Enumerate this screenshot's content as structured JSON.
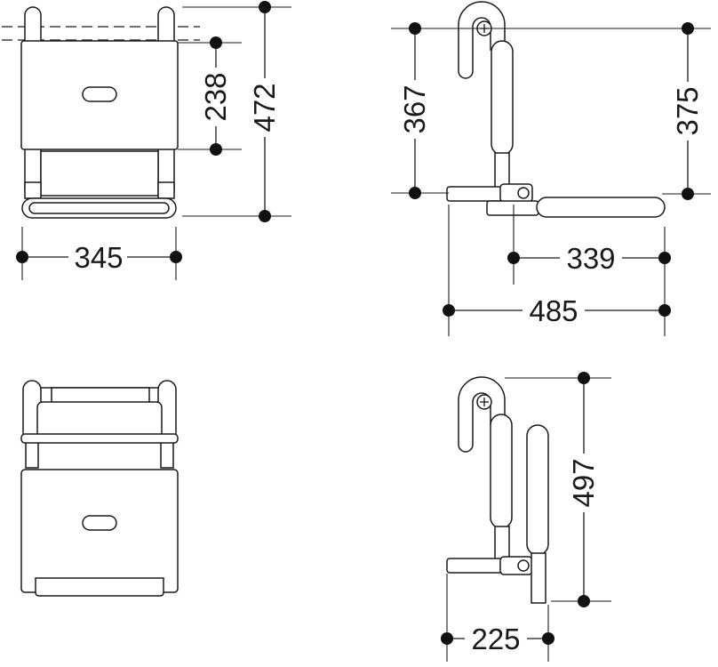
{
  "drawing": {
    "dimensions": {
      "width_front": "345",
      "height_total_front": "472",
      "height_seat_back": "238",
      "height_left_side": "367",
      "height_right_side": "375",
      "depth_seat": "339",
      "depth_total": "485",
      "height_folded": "497",
      "depth_folded": "225"
    }
  }
}
